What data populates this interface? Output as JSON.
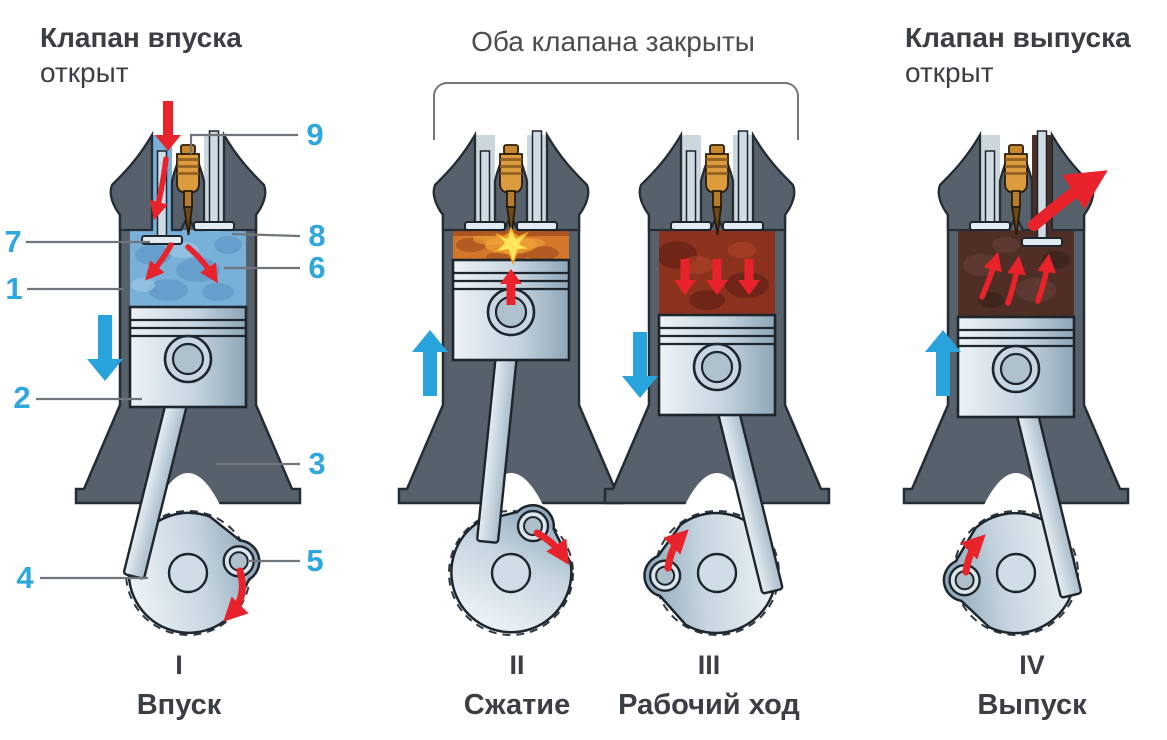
{
  "headers": {
    "intake": {
      "line1": "Клапан впуска",
      "line2": "открыт"
    },
    "middle": "Оба клапана закрыты",
    "exhaust": {
      "line1": "Клапан выпуска",
      "line2": "открыт"
    }
  },
  "callouts": [
    "1",
    "2",
    "3",
    "4",
    "5",
    "6",
    "7",
    "8",
    "9"
  ],
  "strokes": [
    {
      "numeral": "I",
      "name": "Впуск"
    },
    {
      "numeral": "II",
      "name": "Сжатие"
    },
    {
      "numeral": "III",
      "name": "Рабочий ход"
    },
    {
      "numeral": "IV",
      "name": "Выпуск"
    }
  ],
  "colors": {
    "label_blue": "#2ea7de",
    "arrow_blue": "#29a3dc",
    "arrow_red": "#e8232b",
    "text_dark": "#3b3f45",
    "line_gray": "#70767c",
    "metal_dark": "#57616c",
    "metal_outline": "#242c34",
    "mixture_blue": "#79b0d8",
    "compression_orange": "#d4772a",
    "power_red": "#8c3320",
    "exhaust_brown": "#4f2e26",
    "injector_gold": "#dc9c3e",
    "spark_yellow": "#ffe45c"
  }
}
